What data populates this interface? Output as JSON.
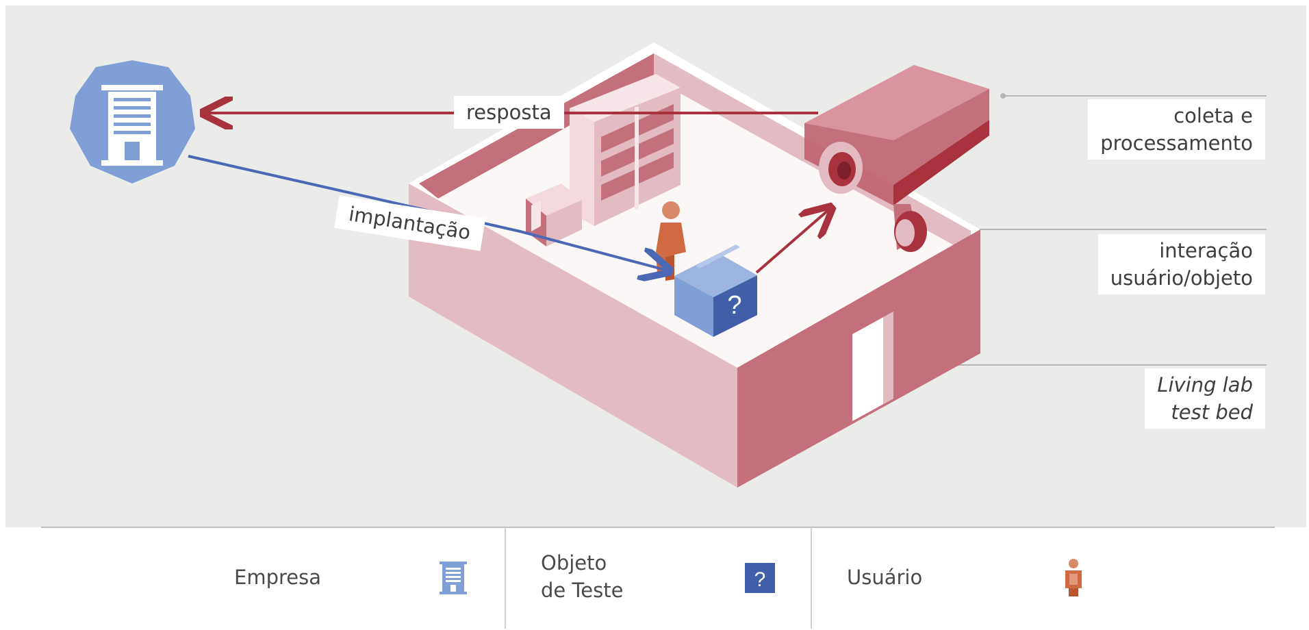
{
  "labels": {
    "resposta": "resposta",
    "implantacao": "implantação",
    "coleta_line1": "coleta e",
    "coleta_line2": "processamento",
    "interacao_line1": "interação",
    "interacao_line2": "usuário/objeto",
    "living_line1": "Living lab",
    "living_line2": "test bed"
  },
  "legend": {
    "empresa": "Empresa",
    "objeto_line1": "Objeto",
    "objeto_line2": "de Teste",
    "usuario": "Usuário",
    "question_mark": "?"
  },
  "colors": {
    "background": "#ebebe9",
    "company_blue": "#7f9fd6",
    "arrow_blue": "#4a68b3",
    "arrow_red": "#a8323e",
    "wall_dark": "#c4707c",
    "wall_light": "#e3bbc2",
    "box_dark": "#3f5fa8",
    "person_orange": "#cf6a42"
  },
  "icons": [
    "building-icon",
    "question-box-icon",
    "person-icon",
    "camera-icon"
  ]
}
